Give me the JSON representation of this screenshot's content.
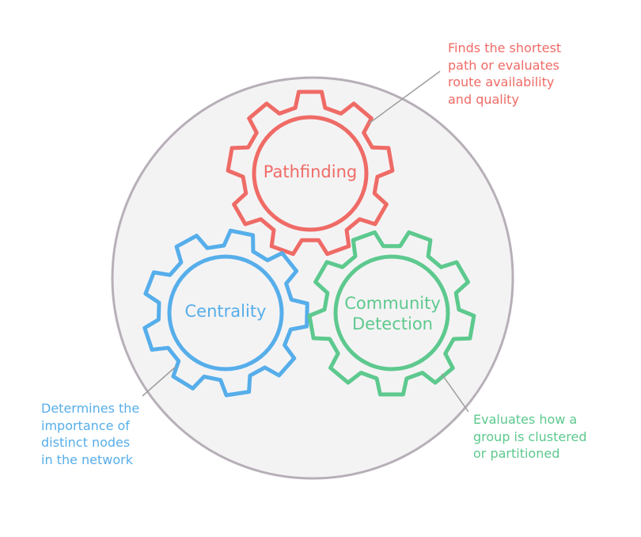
{
  "colors": {
    "circle_fill": "#f4f3f4",
    "circle_stroke": "#b7afb8",
    "pathfinding": "#ef6b66",
    "centrality": "#56aeea",
    "community": "#5dc98e",
    "leader": "#9e9e9e"
  },
  "gears": {
    "pathfinding": {
      "label": "Pathfinding"
    },
    "centrality": {
      "label": "Centrality"
    },
    "community": {
      "label": "Community\nDetection"
    }
  },
  "notes": {
    "pathfinding": "Finds the shortest\npath or evaluates\nroute availability\nand quality",
    "centrality": "Determines the\nimportance of\ndistinct nodes\nin the network",
    "community": "Evaluates how a\ngroup is clustered\nor partitioned"
  }
}
